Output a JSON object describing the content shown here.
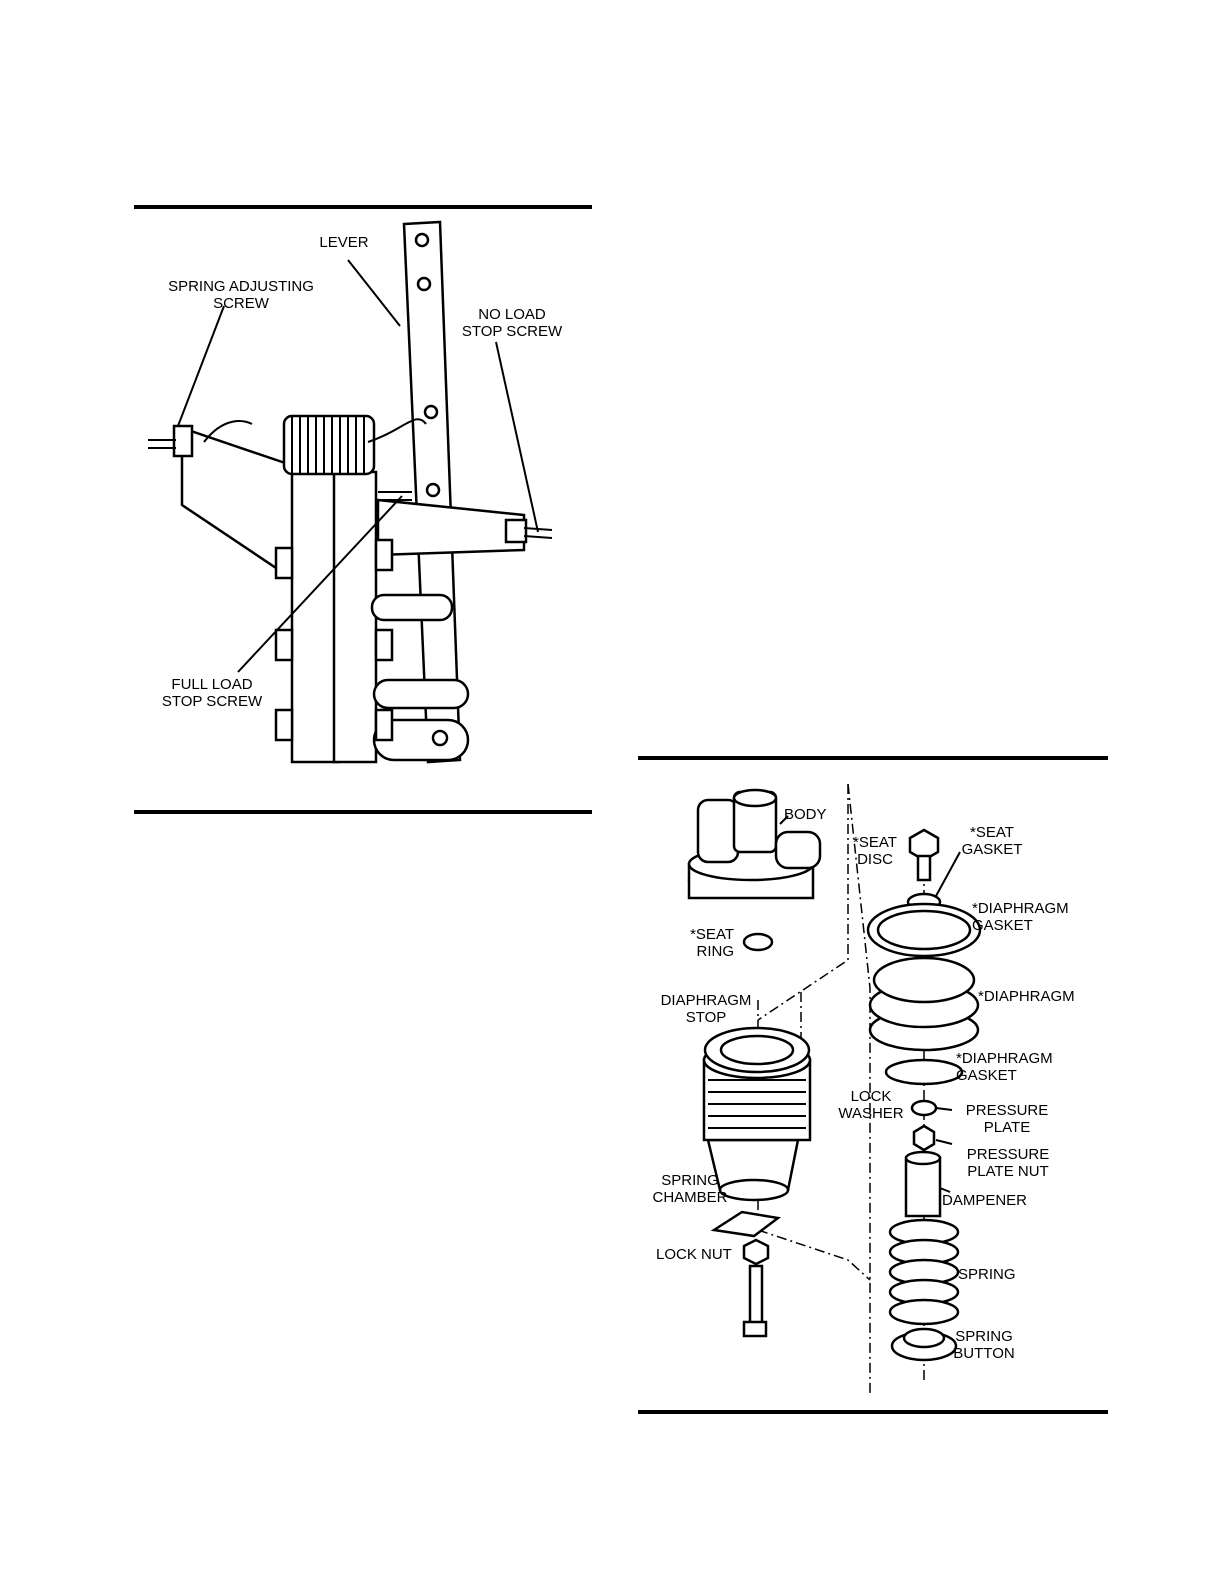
{
  "figure1": {
    "labels": {
      "lever": "LEVER",
      "spring_adjusting_screw": "SPRING ADJUSTING\nSCREW",
      "no_load_stop_screw": "NO LOAD\nSTOP SCREW",
      "full_load_stop_screw": "FULL LOAD\nSTOP SCREW"
    }
  },
  "figure2": {
    "labels": {
      "body": "BODY",
      "seat_disc": "*SEAT\nDISC",
      "seat_gasket": "*SEAT\nGASKET",
      "diaphragm_gasket_top": "*DIAPHRAGM\nGASKET",
      "seat_ring": "*SEAT\nRING",
      "diaphragm": "*DIAPHRAGM",
      "diaphragm_stop": "DIAPHRAGM\nSTOP",
      "diaphragm_gasket_bottom": "*DIAPHRAGM\nGASKET",
      "lock_washer": "LOCK\nWASHER",
      "pressure_plate": "PRESSURE\nPLATE",
      "pressure_plate_nut": "PRESSURE\nPLATE NUT",
      "dampener": "DAMPENER",
      "spring_chamber": "SPRING\nCHAMBER",
      "lock_nut": "LOCK NUT",
      "spring": "SPRING",
      "spring_button": "SPRING\nBUTTON"
    }
  }
}
